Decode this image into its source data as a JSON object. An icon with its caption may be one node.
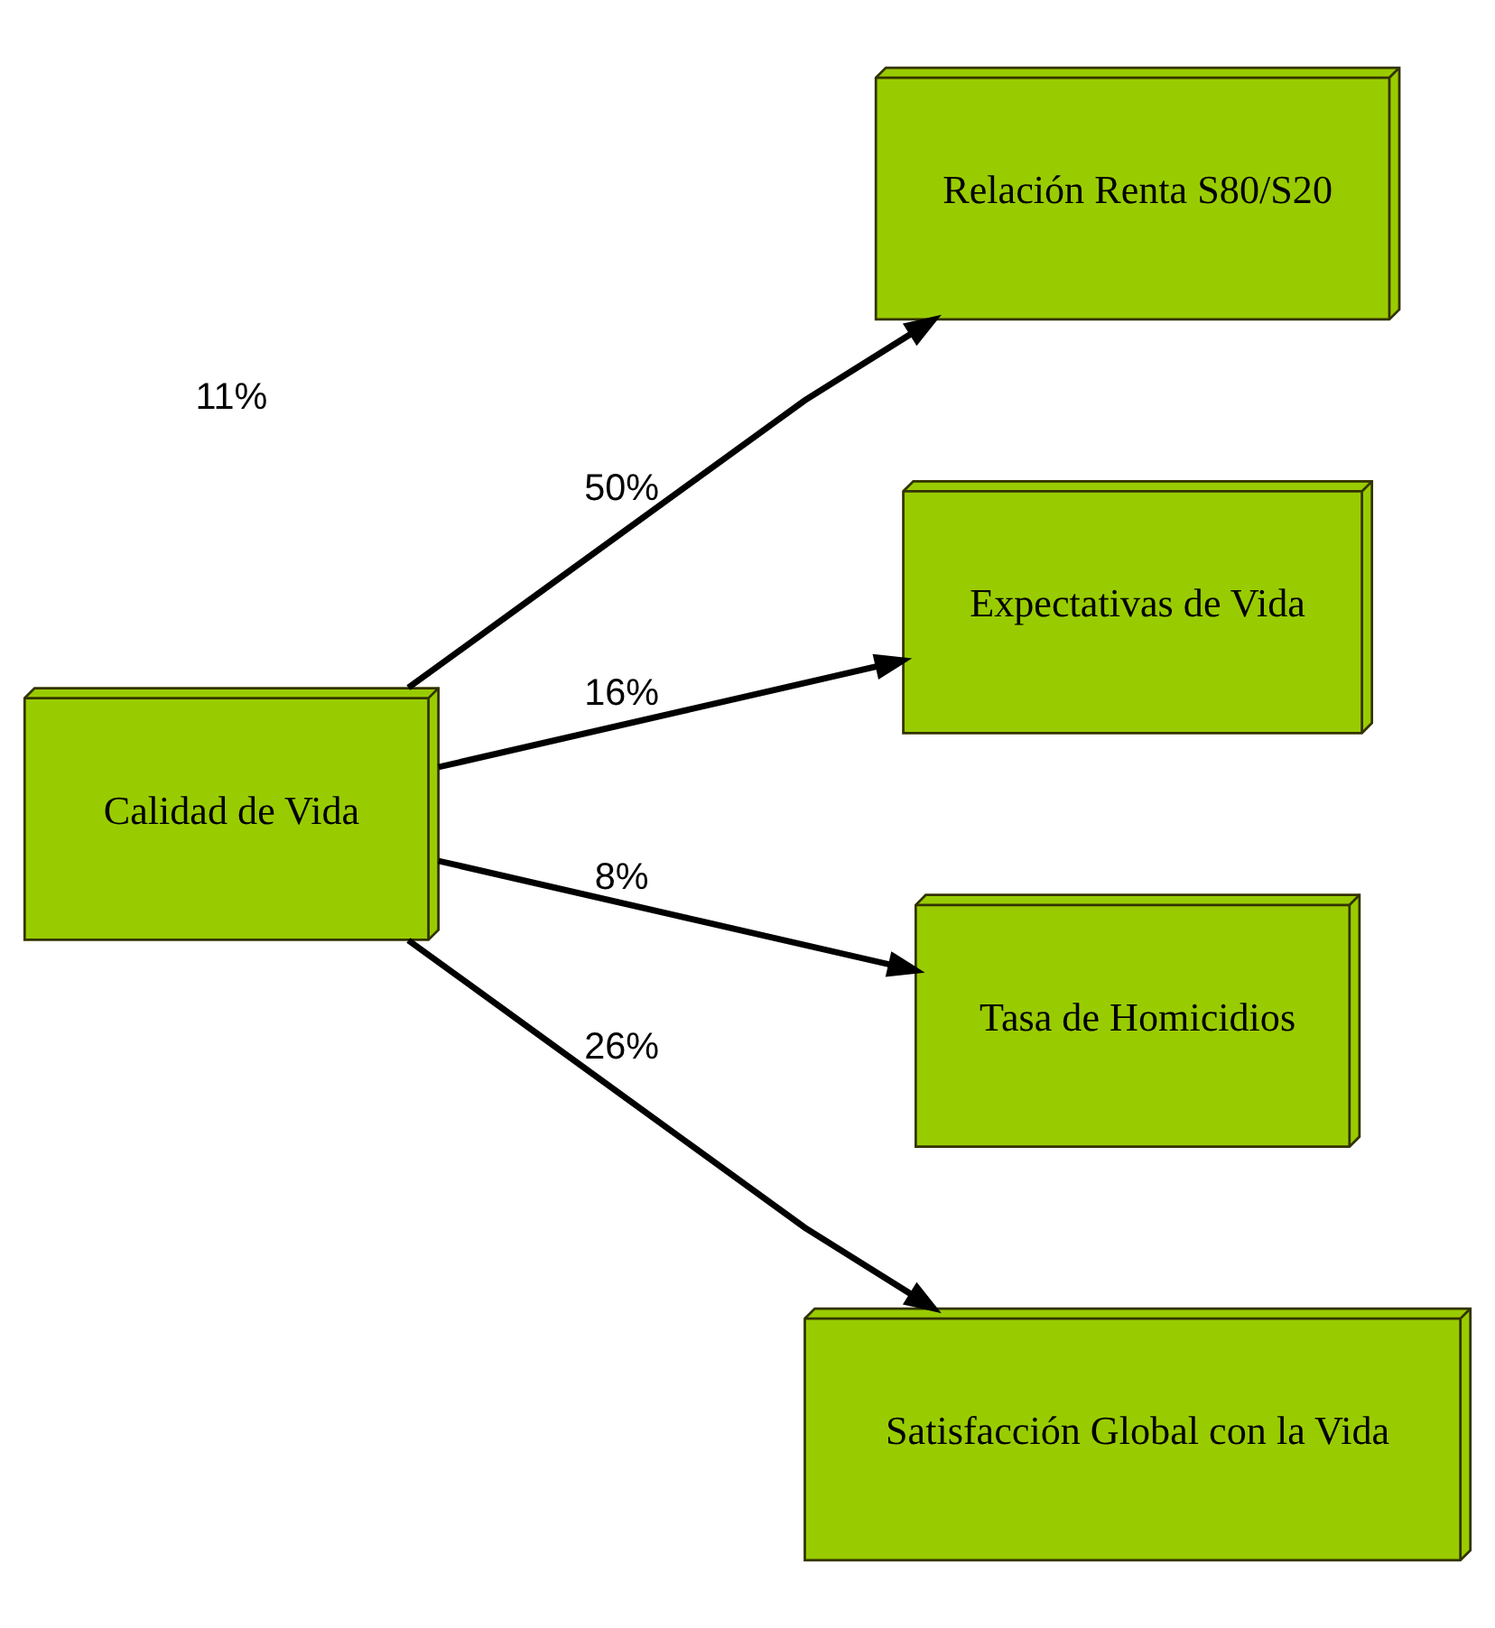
{
  "diagram": {
    "nodes": [
      {
        "text": [
          "Calidad de Vida"
        ]
      },
      {
        "text": [
          "Relación Renta S80/S20"
        ]
      },
      {
        "text": [
          "Expectativas de Vida"
        ]
      },
      {
        "text": [
          "Tasa de Homicidios"
        ]
      },
      {
        "text": [
          "Satisfacción Global con la Vida"
        ]
      }
    ],
    "edges": [
      {
        "from": 0,
        "to": 1,
        "arrow": "to",
        "label": "50%"
      },
      {
        "from": 0,
        "to": 2,
        "arrow": "to",
        "label": "16%"
      },
      {
        "from": 0,
        "to": 3,
        "arrow": "to",
        "label": "8%"
      },
      {
        "from": 0,
        "to": 4,
        "arrow": "to",
        "label": "26%"
      }
    ],
    "labels": [
      "11%"
    ]
  }
}
